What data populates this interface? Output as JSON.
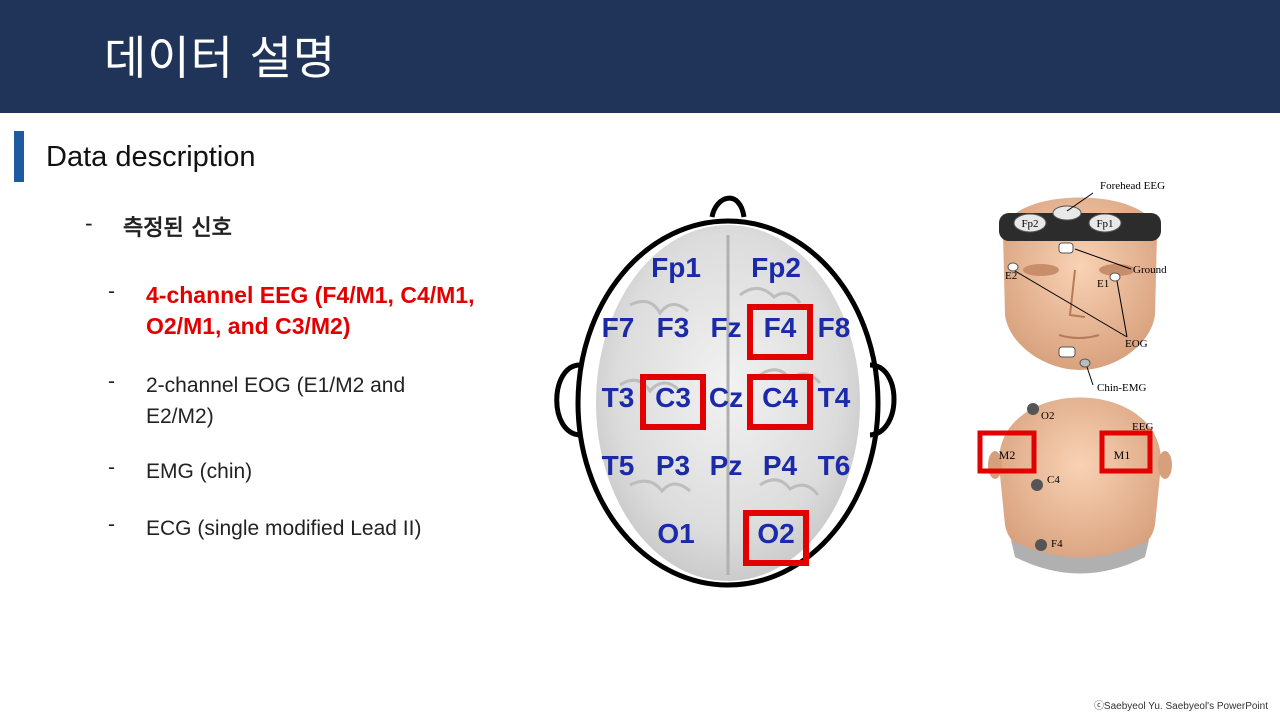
{
  "header": {
    "title": "데이터 설명"
  },
  "section": {
    "title": "Data description"
  },
  "bullets": {
    "main": {
      "dash": "-",
      "text": "측정된 신호"
    },
    "items": [
      {
        "dash": "-",
        "text": "4-channel EEG (F4/M1, C4/M1, O2/M1, and C3/M2)"
      },
      {
        "dash": "-",
        "text": " 2-channel EOG (E1/M2 and E2/M2)"
      },
      {
        "dash": "-",
        "text": " EMG (chin)"
      },
      {
        "dash": "-",
        "text": " ECG (single modified Lead II)"
      }
    ]
  },
  "electrode_map": {
    "rows": [
      [
        "Fp1",
        "Fp2"
      ],
      [
        "F7",
        "F3",
        "Fz",
        "F4",
        "F8"
      ],
      [
        "T3",
        "C3",
        "Cz",
        "C4",
        "T4"
      ],
      [
        "T5",
        "P3",
        "Pz",
        "P4",
        "T6"
      ],
      [
        "O1",
        "O2"
      ]
    ],
    "highlighted": [
      "F4",
      "C3",
      "C4",
      "O2"
    ]
  },
  "head_diagram": {
    "labels": {
      "forehead_eeg": "Forehead EEG",
      "ground": "Ground",
      "eog": "EOG",
      "chin_emg": "Chin-EMG",
      "eeg": "EEG",
      "fp1": "Fp1",
      "fp2": "Fp2",
      "e1": "E1",
      "e2": "E2",
      "o2": "O2",
      "c4": "C4",
      "f4": "F4",
      "m1": "M1",
      "m2": "M2"
    }
  },
  "colors": {
    "header_bg": "#1f3458",
    "accent_bar": "#1e5aa0",
    "highlight_red": "#e20000",
    "electrode_label": "#1a2aa8"
  },
  "footer": {
    "copyright": "ⓒSaebyeol Yu. Saebyeol's PowerPoint"
  }
}
